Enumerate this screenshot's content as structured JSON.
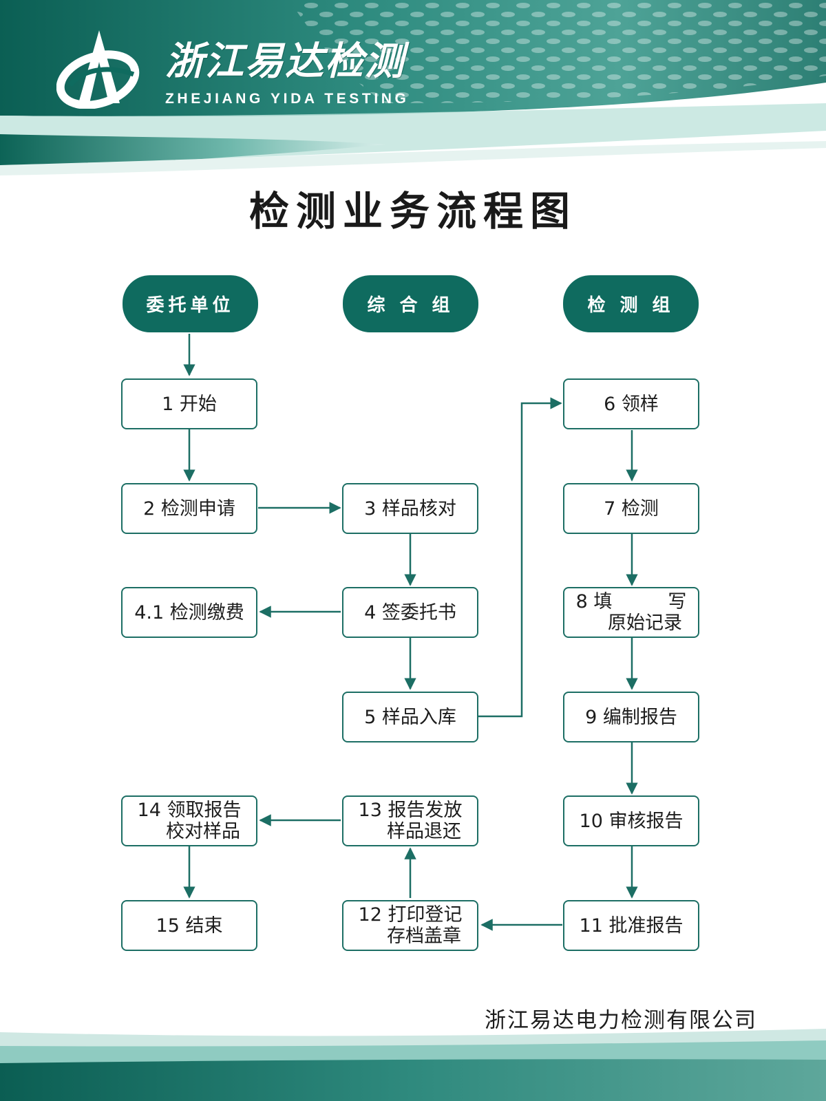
{
  "brand": {
    "name_cn": "浙江易达检测",
    "name_en": "ZHEJIANG YIDA TESTING",
    "logo_icon": "yida-logo-icon"
  },
  "title": "检测业务流程图",
  "lanes": {
    "client": "委托单位",
    "general": "综 合 组",
    "testing": "检 测 组"
  },
  "steps": {
    "s1": "1 开始",
    "s2": "2 检测申请",
    "s3": "3 样品核对",
    "s4": "4 签委托书",
    "s4_1": "4.1 检测缴费",
    "s5": "5 样品入库",
    "s6": "6 领样",
    "s7": "7 检测",
    "s8_line1": "8 填　　　写",
    "s8_line2": "原始记录",
    "s9": "9 编制报告",
    "s10": "10 审核报告",
    "s11": "11 批准报告",
    "s12_line1": "12 打印登记",
    "s12_line2": "存档盖章",
    "s13_line1": "13 报告发放",
    "s13_line2": "样品退还",
    "s14_line1": "14 领取报告",
    "s14_line2": "校对样品",
    "s15": "15 结束"
  },
  "footer": {
    "company": "浙江易达电力检测有限公司"
  },
  "colors": {
    "brand_green": "#0f6b5f",
    "box_border": "#1c6e64",
    "arrow": "#1c6e64",
    "teal_light": "#7cc3b8"
  }
}
